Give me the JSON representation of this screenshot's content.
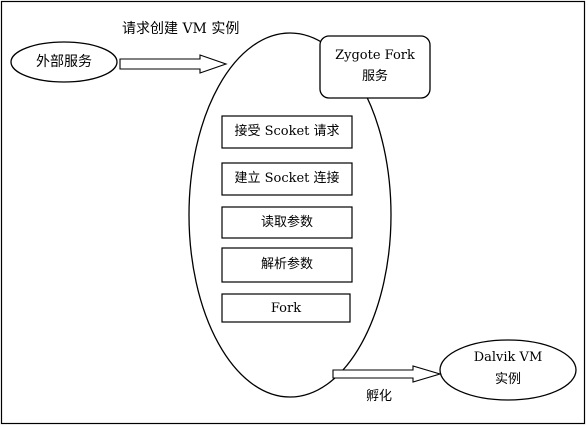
{
  "nodes": {
    "external_service": "外部服务",
    "zygote_fork_service_line1": "Zygote Fork",
    "zygote_fork_service_line2": "服务",
    "dalvik_vm_instance_line1": "Dalvik VM",
    "dalvik_vm_instance_line2": "实例",
    "steps": [
      "接受 Scoket 请求",
      "建立 Socket 连接",
      "读取参数",
      "解析参数",
      "Fork"
    ]
  },
  "edges": {
    "request_create_vm": "请求创建 VM 实例",
    "hatch": "孵化"
  },
  "colors": {
    "stroke": "#000000",
    "background": "#ffffff",
    "zygote_box_fill": "#ffffff"
  }
}
